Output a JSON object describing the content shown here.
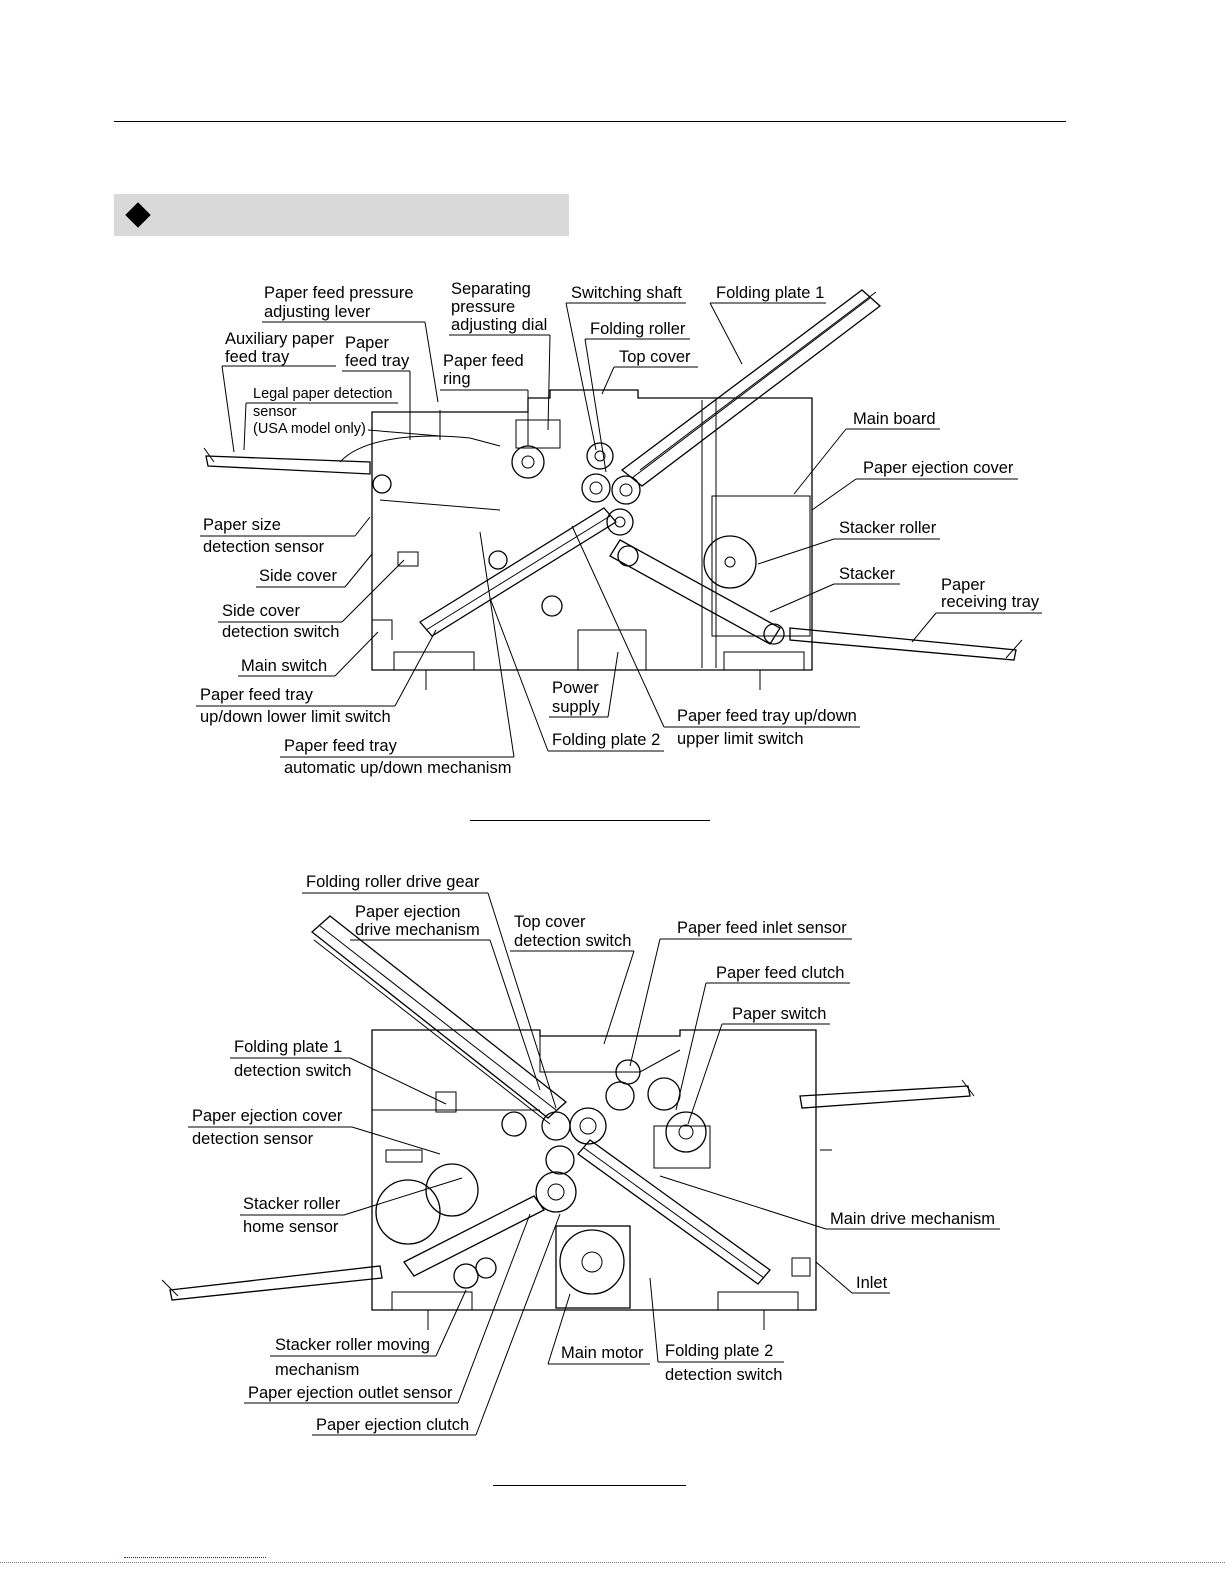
{
  "top_view": {
    "labels": {
      "paper_feed_pressure_lever": [
        "Paper feed pressure",
        "adjusting lever"
      ],
      "separating_dial": [
        "Separating",
        "pressure",
        "adjusting dial"
      ],
      "switching_shaft": "Switching shaft",
      "folding_plate_1": "Folding plate 1",
      "auxiliary_tray": [
        "Auxiliary paper",
        "feed tray"
      ],
      "paper_feed_tray": [
        "Paper",
        "feed tray"
      ],
      "folding_roller": "Folding roller",
      "top_cover": "Top cover",
      "paper_feed_ring": [
        "Paper feed",
        "ring"
      ],
      "legal_sensor": [
        "Legal paper detection",
        "sensor",
        "(USA model only)"
      ],
      "main_board": "Main board",
      "paper_ejection_cover": "Paper ejection cover",
      "paper_size_sensor": [
        "Paper size",
        "detection sensor"
      ],
      "stacker_roller": "Stacker roller",
      "side_cover": "Side cover",
      "stacker": "Stacker",
      "paper_receiving_tray": [
        "Paper",
        "receiving tray"
      ],
      "side_cover_switch": [
        "Side cover",
        "detection switch"
      ],
      "main_switch": "Main switch",
      "power_supply": [
        "Power",
        "supply"
      ],
      "lower_limit_switch": [
        "Paper feed tray",
        "up/down lower limit switch"
      ],
      "upper_limit_switch": [
        "Paper feed tray up/down",
        "upper limit switch"
      ],
      "auto_updown": [
        "Paper feed tray",
        "automatic up/down mechanism"
      ],
      "folding_plate_2": "Folding plate 2"
    }
  },
  "bottom_view": {
    "labels": {
      "folding_roller_drive_gear": "Folding roller drive gear",
      "paper_ejection_drive": [
        "Paper ejection",
        "drive mechanism"
      ],
      "top_cover_switch": [
        "Top cover",
        "detection switch"
      ],
      "paper_feed_inlet_sensor": "Paper feed inlet sensor",
      "paper_feed_clutch": "Paper feed clutch",
      "paper_switch": "Paper switch",
      "folding_plate_1_switch": [
        "Folding plate 1",
        "detection switch"
      ],
      "paper_ejection_cover_sensor": [
        "Paper ejection cover",
        "detection sensor"
      ],
      "stacker_roller_home": [
        "Stacker roller",
        "home sensor"
      ],
      "main_drive": "Main drive mechanism",
      "inlet": "Inlet",
      "stacker_moving": [
        "Stacker roller moving",
        "mechanism"
      ],
      "main_motor": "Main motor",
      "folding_plate_2_switch": [
        "Folding plate 2",
        "detection switch"
      ],
      "ejection_outlet_sensor": "Paper ejection outlet sensor",
      "ejection_clutch": "Paper ejection clutch"
    }
  }
}
